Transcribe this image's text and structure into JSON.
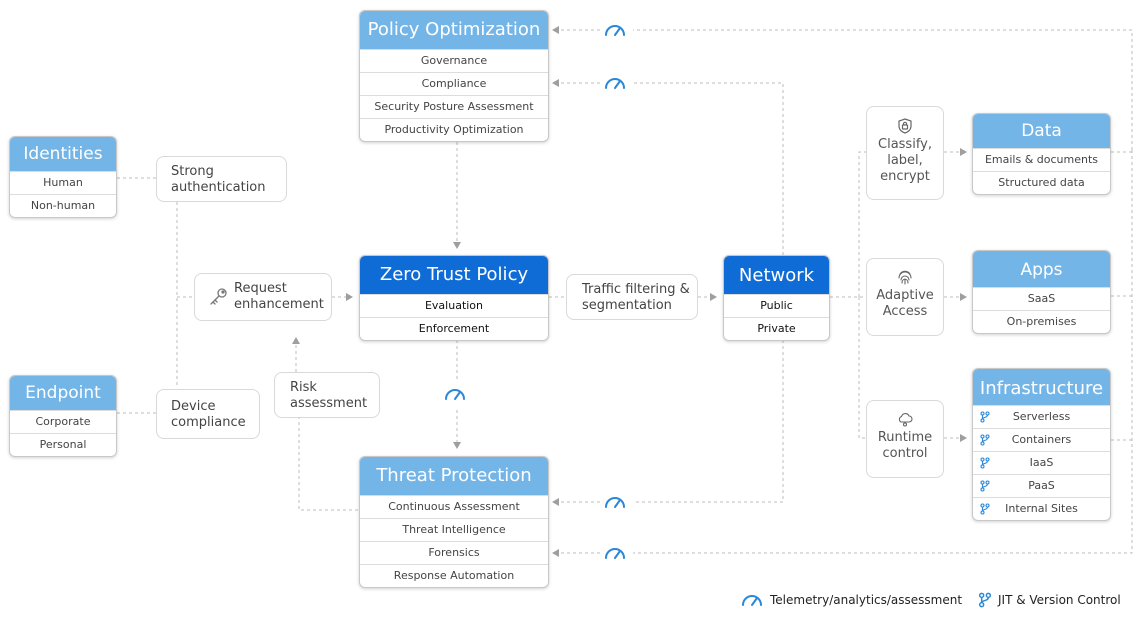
{
  "identities": {
    "title": "Identities",
    "items": [
      "Human",
      "Non-human"
    ]
  },
  "endpoint": {
    "title": "Endpoint",
    "items": [
      "Corporate",
      "Personal"
    ]
  },
  "strong_auth": [
    "Strong",
    "authentication"
  ],
  "device_compliance": [
    "Device",
    "compliance"
  ],
  "request_enhancement": [
    "Request",
    "enhancement"
  ],
  "risk_assessment": [
    "Risk",
    "assessment"
  ],
  "policy_optimization": {
    "title": "Policy Optimization",
    "items": [
      "Governance",
      "Compliance",
      "Security Posture Assessment",
      "Productivity Optimization"
    ]
  },
  "zero_trust_policy": {
    "title": "Zero Trust Policy",
    "items": [
      "Evaluation",
      "Enforcement"
    ]
  },
  "threat_protection": {
    "title": "Threat Protection",
    "items": [
      "Continuous Assessment",
      "Threat Intelligence",
      "Forensics",
      "Response Automation"
    ]
  },
  "traffic_filtering": [
    "Traffic filtering &",
    "segmentation"
  ],
  "network": {
    "title": "Network",
    "items": [
      "Public",
      "Private"
    ]
  },
  "classify": [
    "Classify,",
    "label,",
    "encrypt"
  ],
  "adaptive_access": [
    "Adaptive",
    "Access"
  ],
  "runtime_control": [
    "Runtime",
    "control"
  ],
  "data": {
    "title": "Data",
    "items": [
      "Emails & documents",
      "Structured data"
    ]
  },
  "apps": {
    "title": "Apps",
    "items": [
      "SaaS",
      "On-premises"
    ]
  },
  "infrastructure": {
    "title": "Infrastructure",
    "items": [
      "Serverless",
      "Containers",
      "IaaS",
      "PaaS",
      "Internal Sites"
    ]
  },
  "legend": {
    "telemetry": "Telemetry/analytics/assessment",
    "jit": "JIT & Version Control"
  },
  "colors": {
    "accent_dark": "#0f6cd6",
    "accent_light": "#74b5e8",
    "connector": "#b8b8b8",
    "icon_blue": "#2b88d8"
  },
  "icons": {
    "telemetry": "gauge-icon",
    "jit": "branch-icon",
    "classify": "shield-lock-icon",
    "adaptive": "fingerprint-icon",
    "runtime": "cloud-gear-icon",
    "request": "key-icon"
  }
}
